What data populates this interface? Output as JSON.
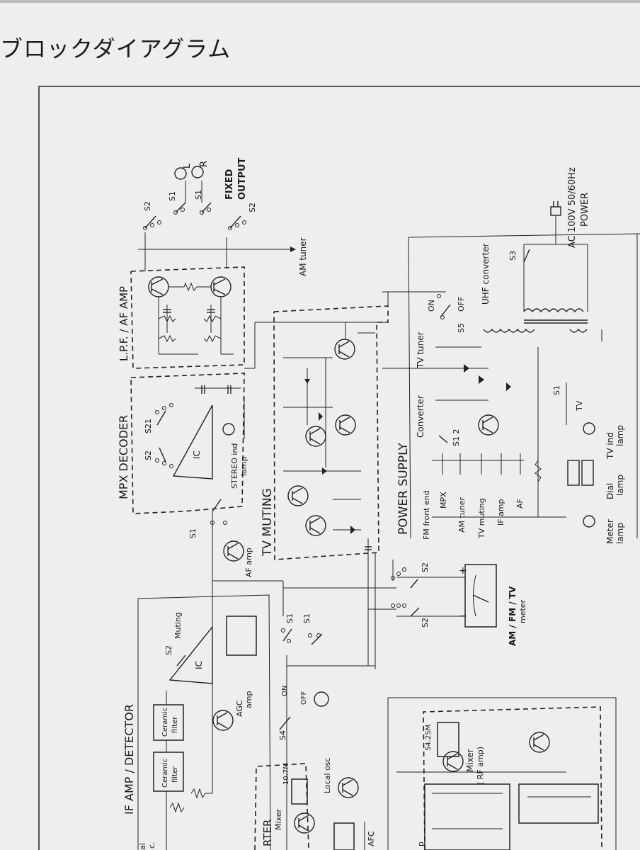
{
  "title": "ブロックダイアグラム",
  "blocks": {
    "if_amp": "IF AMP / DETECTOR",
    "mpx": "MPX DECODER",
    "lpf": "L.P.F. / AF AMP",
    "tv_muting": "TV MUTING",
    "power": "POWER SUPPLY",
    "converter": "RTER"
  },
  "labels": {
    "fixed_output": "FIXED",
    "output": "OUTPUT",
    "L": "L",
    "R": "R",
    "am_tuner": "AM tuner",
    "ac_line": "AC 100V 50/60Hz",
    "power_word": "POWER",
    "uhf": "UHF converter",
    "on": "ON",
    "off": "OFF",
    "s5": "S5",
    "s3": "S3",
    "tv_tuner": "TV tuner",
    "converter_lbl": "Converter",
    "s1_2": "S1 2",
    "ic": "IC",
    "stereo_ind": "STEREO ind",
    "lamp": "lamp",
    "s21": "S21",
    "s2b": "S2",
    "muting": "Muting",
    "agc": "AGC",
    "amp": "amp",
    "af_amp": "AF amp",
    "meter_title": "AM / FM / TV",
    "meter_word": "meter",
    "s4": "S4",
    "ceramic": "Ceramic",
    "filter": "filter",
    "mixer": "Mixer",
    "mixer_rf": "Mixer",
    "rf_amp": "( RF amp)",
    "freq_5425": "54.25M",
    "freq_107": "10.7M",
    "local_osc": "Local osc",
    "afc": "AFC",
    "meter_lamp": "Meter",
    "meter_lamp2": "lamp",
    "dial_lamp": "Dial",
    "dial_lamp2": "lamp",
    "tv_ind": "TV ind",
    "tv_ind2": "lamp",
    "tv": "TV",
    "s1": "S1",
    "s2": "S2",
    "edge_al": "al",
    "edge_c": "c.",
    "edge_p": "p",
    "plus": "+",
    "minus": "−"
  },
  "outputs": [
    "FM front end",
    "MPX",
    "AM tuner",
    "TV muting",
    "IF amp",
    "AF"
  ]
}
